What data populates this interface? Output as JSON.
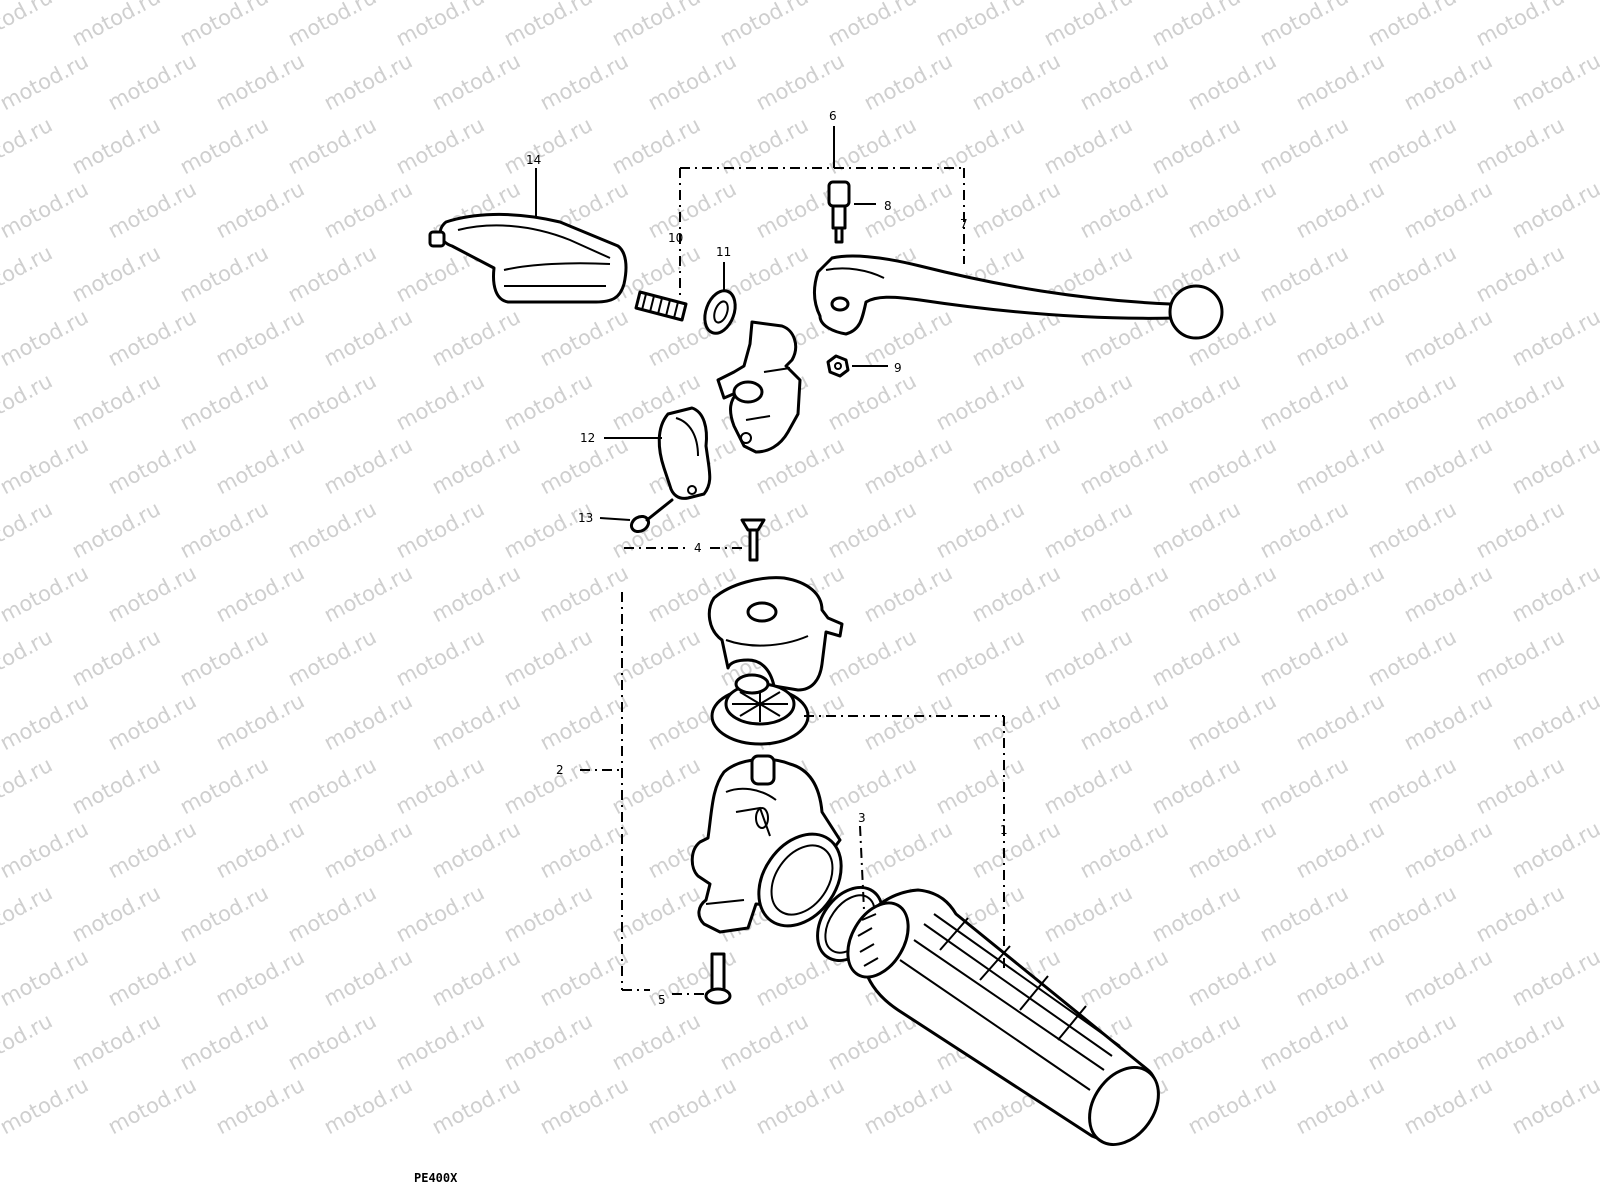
{
  "watermark": {
    "text": "motod.ru"
  },
  "labels": {
    "p1": "1",
    "p2": "2",
    "p3": "3",
    "p4": "4",
    "p5": "5",
    "p6": "6",
    "p7": "7",
    "p8": "8",
    "p9": "9",
    "p10": "10",
    "p11": "11",
    "p12": "12",
    "p13": "13",
    "p14": "14"
  },
  "diagram_code": "PE400X"
}
